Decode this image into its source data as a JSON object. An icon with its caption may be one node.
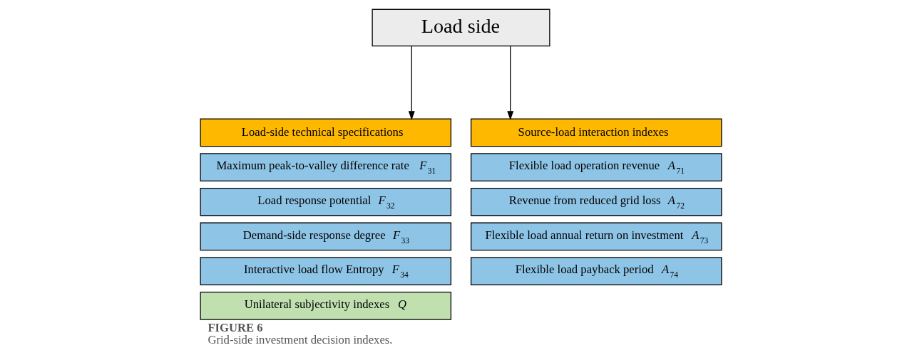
{
  "diagram": {
    "title": "FIGURE 6",
    "caption": "Grid-side investment decision indexes.",
    "nodes": [
      {
        "text": [
          "Load side"
        ]
      },
      {
        "text": [
          "Load-side technical specifications"
        ]
      },
      {
        "text": [
          "Maximum peak-to-valley difference rate  *F*$_{31}$"
        ]
      },
      {
        "text": [
          "Load response potential *F*$_{32}$"
        ]
      },
      {
        "text": [
          "Demand-side response degree *F*$_{33}$"
        ]
      },
      {
        "text": [
          "Interactive load flow Entropy *F*$_{34}$"
        ]
      },
      {
        "text": [
          "Unilateral subjectivity indexes *Q*"
        ]
      },
      {
        "text": [
          "Source-load interaction indexes"
        ]
      },
      {
        "text": [
          "Flexible load operation revenue *A*$_{71}$"
        ]
      },
      {
        "text": [
          "Revenue from reduced grid loss *A*$_{72}$"
        ]
      },
      {
        "text": [
          "Flexible load annual return on investment *A*$_{73}$"
        ]
      },
      {
        "text": [
          "Flexible load payback period *A*$_{74}$"
        ]
      }
    ],
    "edges": [
      {
        "from": 0,
        "to": 1,
        "arrow": "to"
      },
      {
        "from": 0,
        "to": 7,
        "arrow": "to"
      }
    ]
  }
}
